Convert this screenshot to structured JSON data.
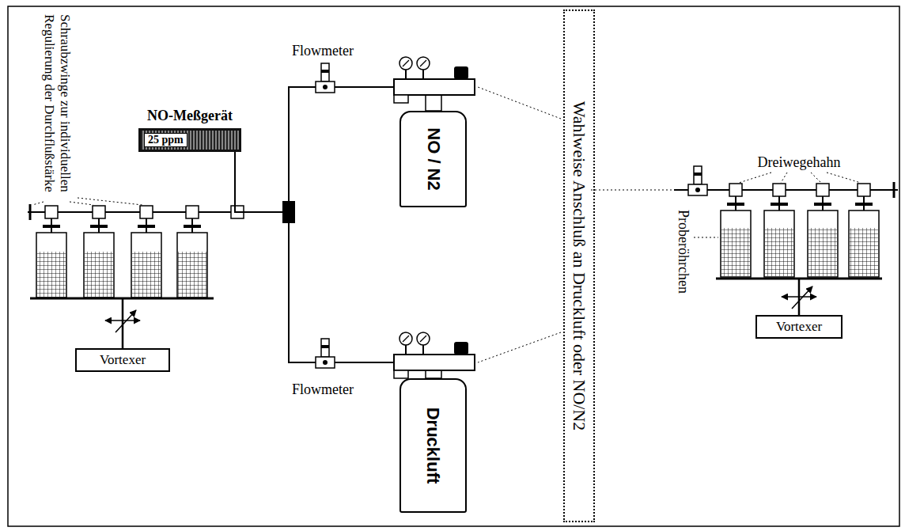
{
  "diagram": {
    "nodes": [
      {
        "text": [
          "NO-Meßgerät",
          "25 ppm"
        ]
      },
      {
        "text": [
          "NO / N2"
        ]
      },
      {
        "text": [
          "Wahlweise Anschluß an Druckluft oder NO/N2"
        ]
      },
      {
        "text": [
          "Druckluft"
        ]
      },
      {
        "text": [
          "Vortexer"
        ]
      },
      {
        "text": [
          "Vortexer"
        ]
      }
    ],
    "edges": [
      {
        "from": 1,
        "to": 0,
        "arrow": "none"
      },
      {
        "from": 3,
        "to": 0,
        "arrow": "none"
      }
    ],
    "labels": [
      "Schraubzwinge zur individuellen Regulierung der Durchflußstärke",
      "Flowmeter",
      "Flowmeter",
      "Dreiwegehahn",
      "Proberöhrchen"
    ]
  }
}
